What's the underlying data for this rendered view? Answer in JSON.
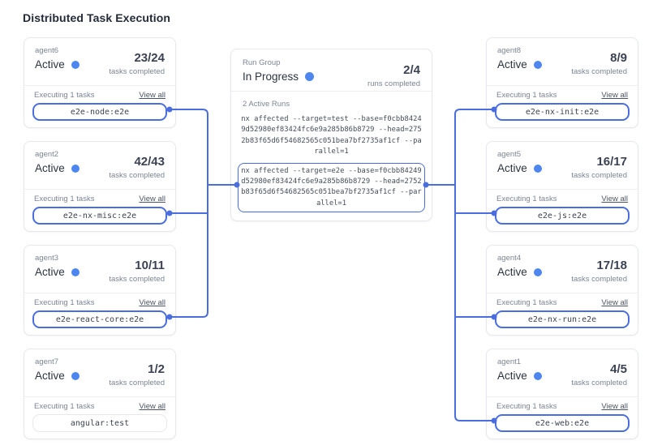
{
  "title": "Distributed Task Execution",
  "colors": {
    "accent_line": "#4a6edd",
    "status_dot": "#4e86f0"
  },
  "run_group": {
    "label": "Run Group",
    "status": "In Progress",
    "progress": "2/4",
    "progress_caption": "runs completed",
    "active_runs_label": "2 Active Runs",
    "runs": [
      {
        "command": "nx affected --target=test --base=f0cbb8424\n9d52980ef83424fc6e9a285b86b8729 --head=275\n2b83f65d6f54682565c051bea7bf2735af1cf --pa\nrallel=1",
        "highlighted": false
      },
      {
        "command": "nx affected --target=e2e --base=f0cbb84249\nd52980ef83424fc6e9a285b86b8729 --head=2752\nb83f65d6f54682565c051bea7bf2735af1cf --par\nallel=1",
        "highlighted": true
      }
    ]
  },
  "left_agents": [
    {
      "name": "agent6",
      "status": "Active",
      "progress": "23/24",
      "progress_caption": "tasks completed",
      "executing_label": "Executing 1 tasks",
      "view_all_label": "View all",
      "task": "e2e-node:e2e",
      "connected": true
    },
    {
      "name": "agent2",
      "status": "Active",
      "progress": "42/43",
      "progress_caption": "tasks completed",
      "executing_label": "Executing 1 tasks",
      "view_all_label": "View all",
      "task": "e2e-nx-misc:e2e",
      "connected": true
    },
    {
      "name": "agent3",
      "status": "Active",
      "progress": "10/11",
      "progress_caption": "tasks completed",
      "executing_label": "Executing 1 tasks",
      "view_all_label": "View all",
      "task": "e2e-react-core:e2e",
      "connected": true
    },
    {
      "name": "agent7",
      "status": "Active",
      "progress": "1/2",
      "progress_caption": "tasks completed",
      "executing_label": "Executing 1 tasks",
      "view_all_label": "View all",
      "task": "angular:test",
      "connected": false
    }
  ],
  "right_agents": [
    {
      "name": "agent8",
      "status": "Active",
      "progress": "8/9",
      "progress_caption": "tasks completed",
      "executing_label": "Executing 1 tasks",
      "view_all_label": "View all",
      "task": "e2e-nx-init:e2e",
      "connected": true
    },
    {
      "name": "agent5",
      "status": "Active",
      "progress": "16/17",
      "progress_caption": "tasks completed",
      "executing_label": "Executing 1 tasks",
      "view_all_label": "View all",
      "task": "e2e-js:e2e",
      "connected": true
    },
    {
      "name": "agent4",
      "status": "Active",
      "progress": "17/18",
      "progress_caption": "tasks completed",
      "executing_label": "Executing 1 tasks",
      "view_all_label": "View all",
      "task": "e2e-nx-run:e2e",
      "connected": true
    },
    {
      "name": "agent1",
      "status": "Active",
      "progress": "4/5",
      "progress_caption": "tasks completed",
      "executing_label": "Executing 1 tasks",
      "view_all_label": "View all",
      "task": "e2e-web:e2e",
      "connected": true
    }
  ]
}
